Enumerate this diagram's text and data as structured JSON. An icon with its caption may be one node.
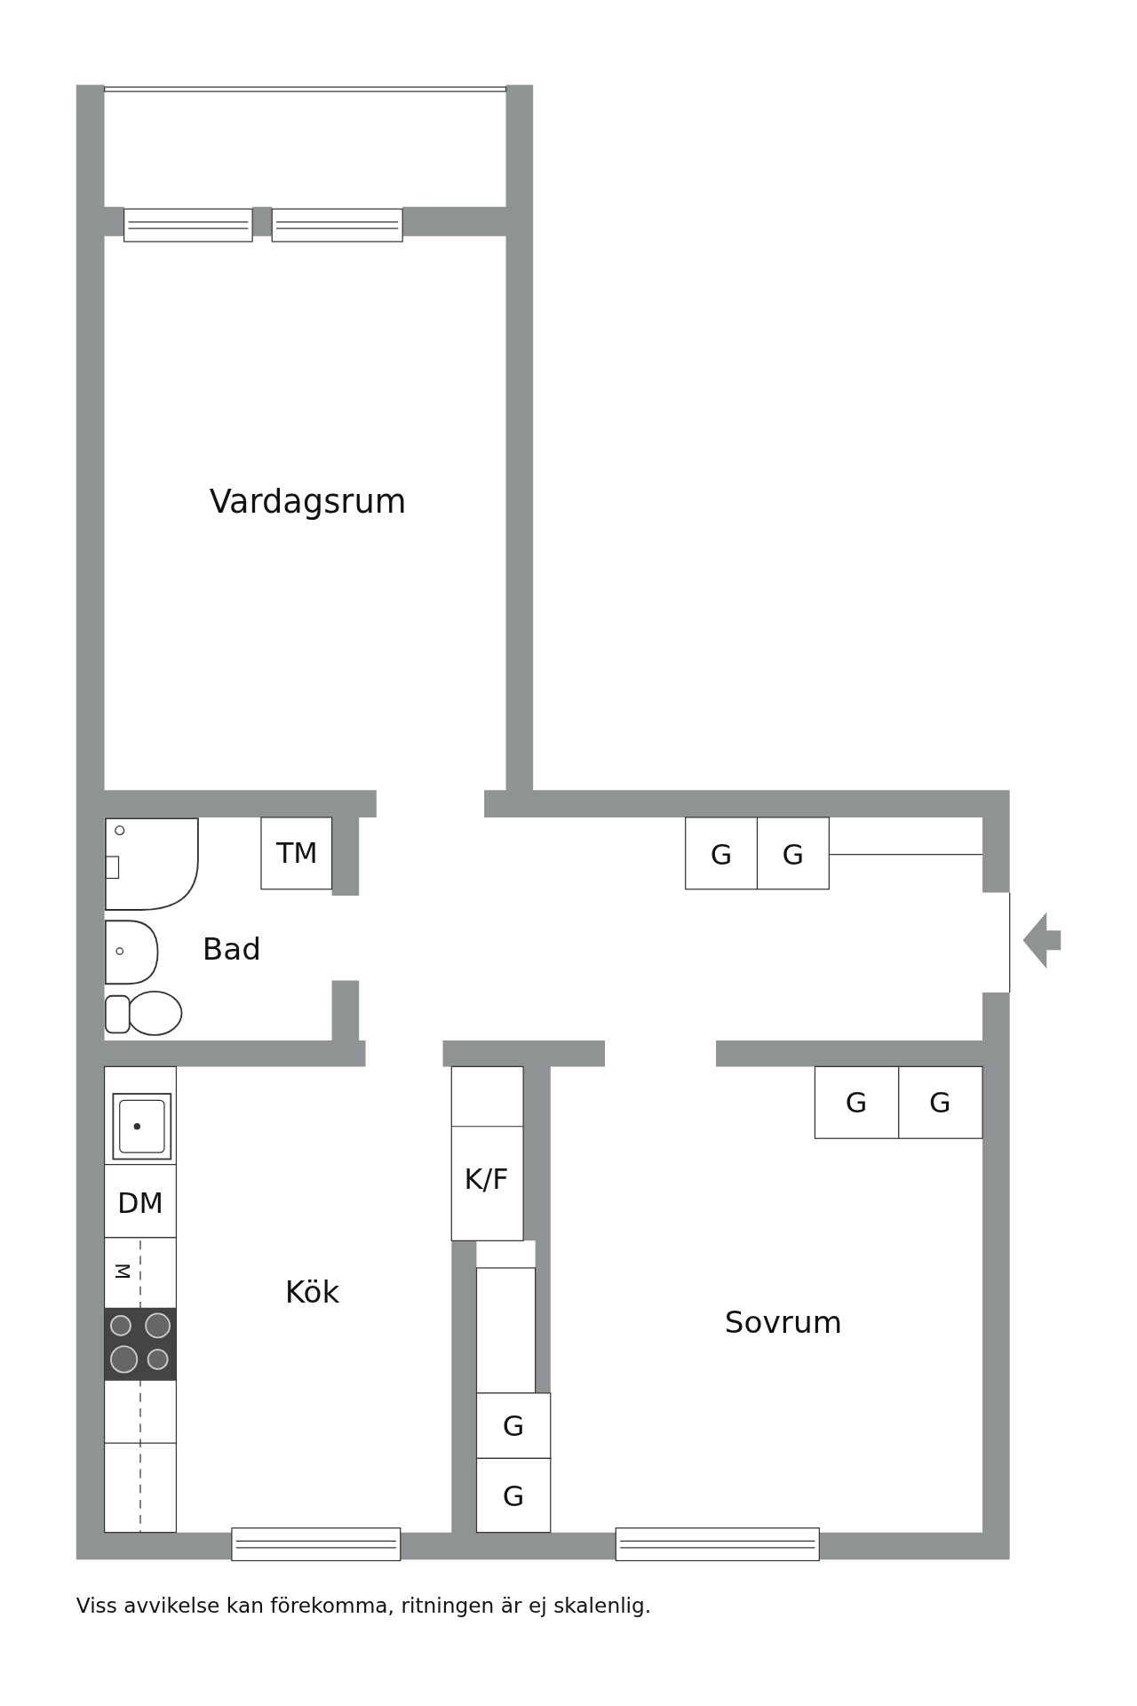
{
  "diagram": {
    "caption": "Viss avvikelse kan förekomma, ritningen är ej skalenlig.",
    "labels": [
      "Vardagsrum",
      "TM",
      "G",
      "G",
      "Bad",
      "G",
      "G",
      "K/F",
      "DM",
      "M",
      "Kök",
      "Sovrum",
      "G",
      "G"
    ]
  }
}
